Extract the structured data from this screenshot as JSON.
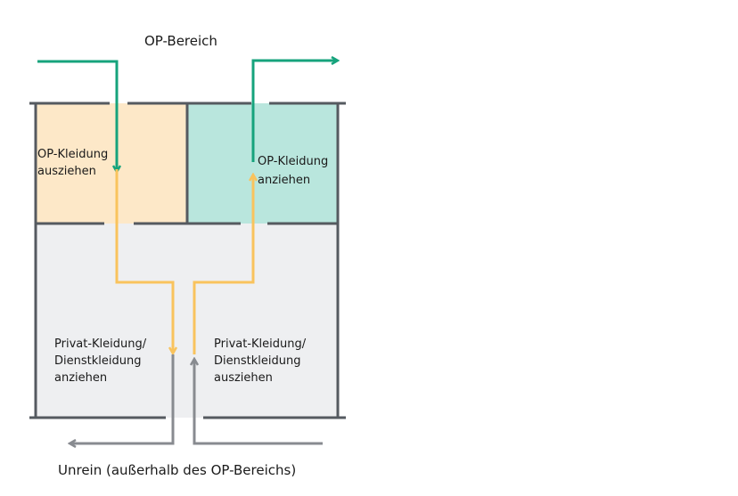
{
  "labels": {
    "top": "OP-Bereich",
    "bottom": "Unrein (außerhalb des OP-Bereichs)",
    "room_undress_op_line1": "OP-Kleidung",
    "room_undress_op_line2": "ausziehen",
    "room_dress_op_line1": "OP-Kleidung",
    "room_dress_op_line2": "anziehen",
    "room_dress_private_line1": "Privat-Kleidung/",
    "room_dress_private_line2": "Dienstkleidung",
    "room_dress_private_line3": "anziehen",
    "room_undress_private_line1": "Privat-Kleidung/",
    "room_undress_private_line2": "Dienstkleidung",
    "room_undress_private_line3": "ausziehen"
  },
  "colors": {
    "wall": "#555a60",
    "room_undress_op": "#fde8c8",
    "room_dress_op": "#b9e6dd",
    "room_lower": "#eeeff1",
    "path_clean": "#16a37c",
    "path_transfer": "#f9c35d",
    "path_unclean": "#888b90"
  }
}
